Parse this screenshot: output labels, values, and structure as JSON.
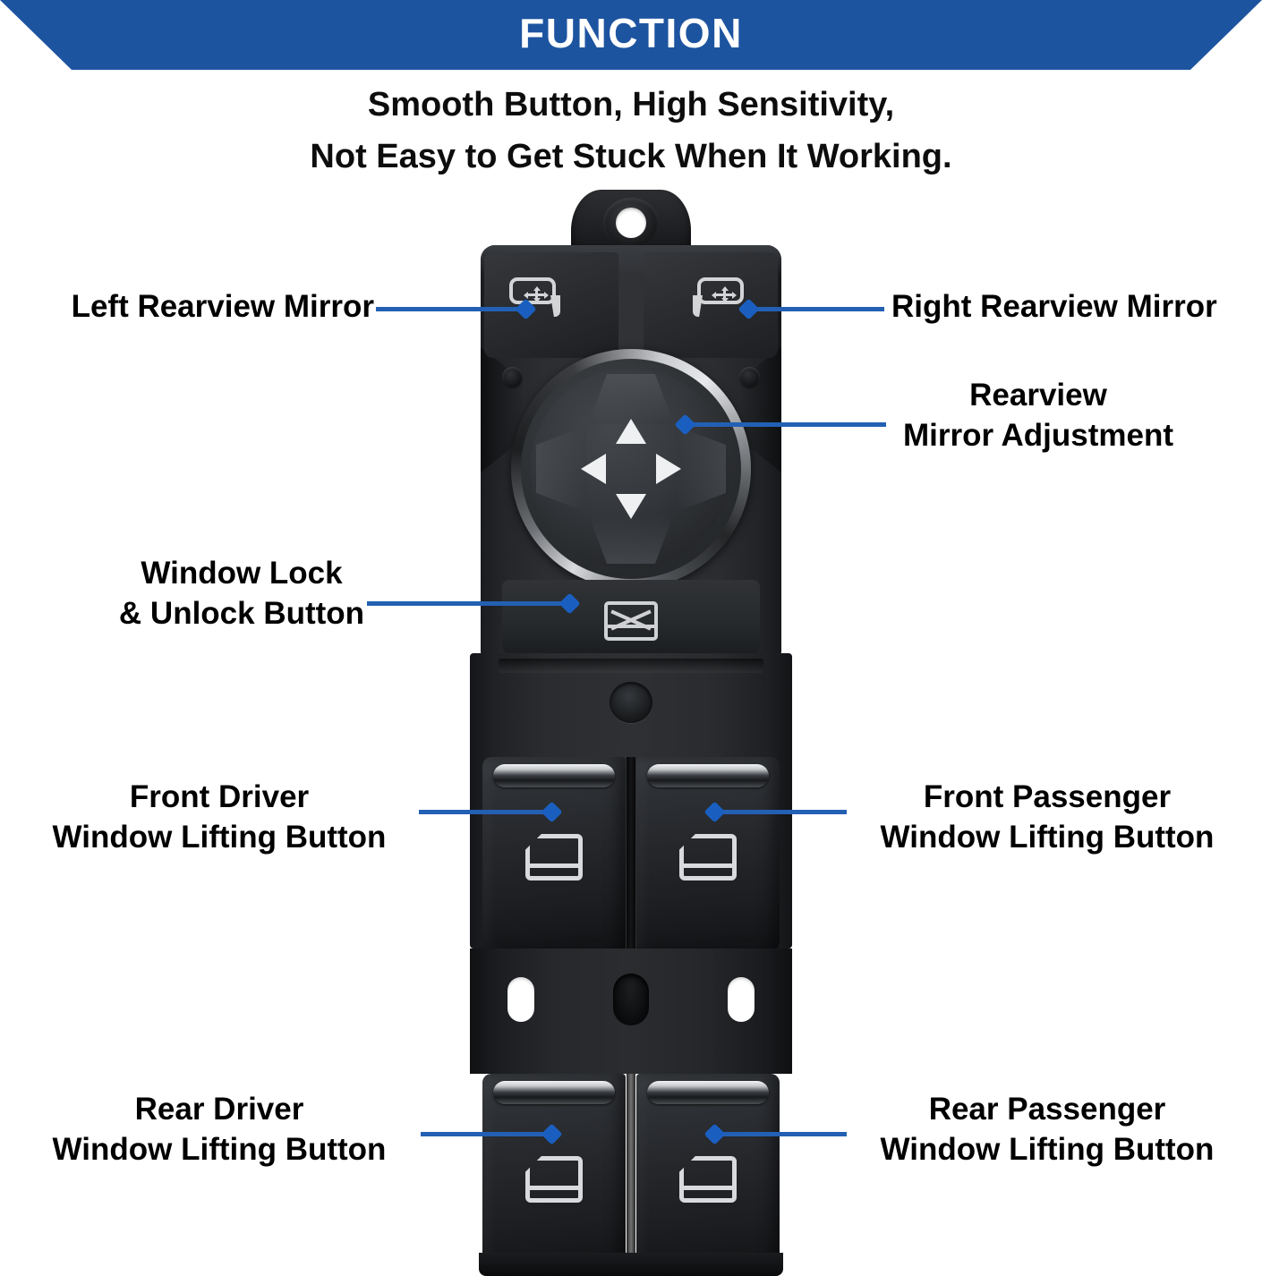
{
  "header": {
    "banner_title": "FUNCTION",
    "banner_color": "#1d54a0",
    "subtitle_line1": "Smooth Button, High Sensitivity,",
    "subtitle_line2": "Not Easy to Get Stuck When It Working."
  },
  "accent": {
    "leader_line_color": "#2360b4",
    "marker_color": "#1a5fc0",
    "label_text_color": "#000000"
  },
  "callouts": [
    {
      "id": "left-rearview-mirror",
      "line1": "Left Rearview Mirror",
      "line2": ""
    },
    {
      "id": "right-rearview-mirror",
      "line1": "Right Rearview Mirror",
      "line2": ""
    },
    {
      "id": "rearview-mirror-adjustment",
      "line1": "Rearview",
      "line2": "Mirror Adjustment"
    },
    {
      "id": "window-lock-unlock",
      "line1": "Window Lock",
      "line2": "& Unlock Button"
    },
    {
      "id": "front-driver-window",
      "line1": "Front Driver",
      "line2": "Window Lifting Button"
    },
    {
      "id": "front-passenger-window",
      "line1": "Front Passenger",
      "line2": "Window Lifting Button"
    },
    {
      "id": "rear-driver-window",
      "line1": "Rear Driver",
      "line2": "Window Lifting Button"
    },
    {
      "id": "rear-passenger-window",
      "line1": "Rear Passenger",
      "line2": "Window Lifting Button"
    }
  ],
  "product": {
    "name": "power-window-master-switch",
    "icons": {
      "mirror_select": "mirror-adjust-icon",
      "joystick": "four-way-directional-pad",
      "window_lock": "window-lock-crossed-icon",
      "window_lift": "door-window-icon"
    }
  }
}
